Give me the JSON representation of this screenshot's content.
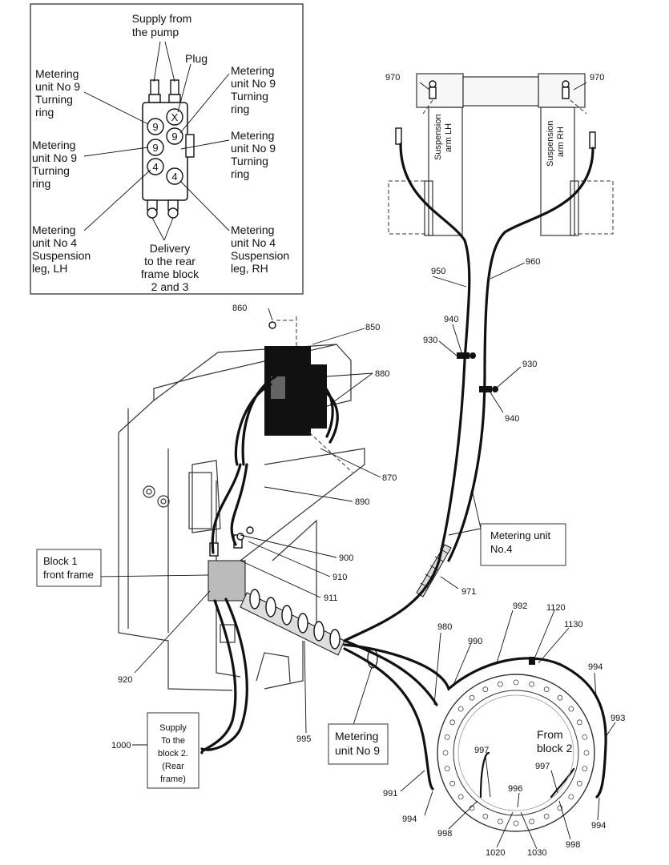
{
  "inset": {
    "supply_line1": "Supply from",
    "supply_line2": "the pump",
    "plug": "Plug",
    "mu9_tl": [
      "Metering",
      "unit No 9",
      "Turning",
      "ring"
    ],
    "mu9_tr": [
      "Metering",
      "unit No 9",
      "Turning",
      "ring"
    ],
    "mu9_ml": [
      "Metering",
      "unit No 9",
      "Turning",
      "ring"
    ],
    "mu9_mr": [
      "Metering",
      "unit No 9",
      "Turning",
      "ring"
    ],
    "mu4_l": [
      "Metering",
      "unit No 4",
      "Suspension",
      "leg, LH"
    ],
    "mu4_r": [
      "Metering",
      "unit No 4",
      "Suspension",
      "leg, RH"
    ],
    "delivery": [
      "Delivery",
      "to the rear",
      "frame block",
      "2 and 3"
    ],
    "port_x": "X",
    "port_9": "9",
    "port_4": "4"
  },
  "parts": {
    "p860": "860",
    "p850": "850",
    "p880": "880",
    "p870": "870",
    "p890": "890",
    "p900": "900",
    "p910": "910",
    "p911": "911",
    "p920": "920",
    "p995": "995",
    "p1000": "1000",
    "p970a": "970",
    "p970b": "970",
    "p950": "950",
    "p960": "960",
    "p940a": "940",
    "p930a": "930",
    "p930b": "930",
    "p940b": "940",
    "p971": "971",
    "p992": "992",
    "p1120": "1120",
    "p1130": "1130",
    "p980": "980",
    "p990": "990",
    "p994a": "994",
    "p993": "993",
    "p997a": "997",
    "p997b": "997",
    "p996": "996",
    "p991": "991",
    "p994b": "994",
    "p998a": "998",
    "p1020": "1020",
    "p1030": "1030",
    "p998b": "998",
    "p994c": "994"
  },
  "labels": {
    "block1": [
      "Block 1",
      "front frame"
    ],
    "supply_block2": [
      "Supply",
      "To the",
      "block 2.",
      "(Rear",
      "frame)"
    ],
    "metering_unit_4": [
      "Metering unit",
      "No.4"
    ],
    "metering_unit_9": [
      "Metering",
      "unit No 9"
    ],
    "from_block2": [
      "From",
      "block 2"
    ],
    "arm_lh": [
      "Suspension",
      "arm LH"
    ],
    "arm_rh": [
      "Suspension",
      "arm RH"
    ]
  }
}
